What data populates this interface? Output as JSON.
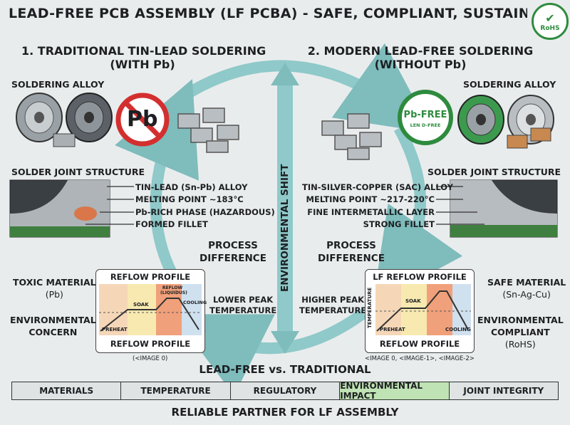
{
  "title": "LEAD-FREE PCB ASSEMBLY (LF PCBA) - SAFE, COMPLIANT, SUSTAINAB",
  "rohs_badge": "RoHS",
  "left": {
    "heading_1": "1. TRADITIONAL TIN-LEAD SOLDERING",
    "heading_2": "(WITH Pb)",
    "alloy_label": "SOLDERING ALLOY",
    "pb_symbol": "Pb",
    "joint_label": "SOLDER JOINT STRUCTURE",
    "joint_notes": [
      "TIN-LEAD (Sn-Pb) ALLOY",
      "MELTING POINT ~183°C",
      "Pb-RICH PHASE (HAZARDOUS)",
      "FORMED FILLET"
    ],
    "process_1": "PROCESS",
    "process_2": "DIFFERENCE",
    "toxic_1": "TOXIC MATERIAL",
    "toxic_2": "(Pb)",
    "env_1": "ENVIRONMENTAL",
    "env_2": "CONCERN",
    "peak_1": "LOWER PEAK",
    "peak_2": "TEMPERATURE",
    "profile_title": "REFLOW PROFILE",
    "zones": [
      "PREHEAT",
      "SOAK",
      "REFLOW (LIQUIDUS)",
      "COOLING"
    ],
    "profile_footer": "REFLOW PROFILE",
    "caption": "(<IMAGE 0)"
  },
  "right": {
    "heading_1": "2. MODERN LEAD-FREE SOLDERING",
    "heading_2": "(WITHOUT Pb)",
    "alloy_label": "SOLDERING ALLOY",
    "pb_free_1": "Pb-FREE",
    "pb_free_2": "LEN D-FREE",
    "joint_label": "SOLDER JOINT STRUCTURE",
    "joint_notes": [
      "TIN-SILVER-COPPER (SAC) ALLOY",
      "MELTING POINT ~217-220°C",
      "FINE INTERMETALLIC LAYER",
      "STRONG FILLET"
    ],
    "process_1": "PROCESS",
    "process_2": "DIFFERENCE",
    "safe_1": "SAFE MATERIAL",
    "safe_2": "(Sn-Ag-Cu)",
    "env_1": "ENVIRONMENTAL",
    "env_2": "COMPLIANT",
    "env_3": "(RoHS)",
    "peak_1": "HIGHER PEAK",
    "peak_2": "TEMPERATURE",
    "profile_title": "LF REFLOW PROFILE",
    "y_axis": "TEMPERATURE",
    "zones": [
      "PREHEAT",
      "SOAK",
      "COOLING"
    ],
    "profile_footer": "REFLOW PROFILE",
    "caption": "<IMAGE 0, <IMAGE-1>, <IMAGE-2>"
  },
  "center": {
    "shift": "ENVIRONMENTAL SHIFT"
  },
  "comparison": {
    "title": "LEAD-FREE vs. TRADITIONAL",
    "items": [
      "MATERIALS",
      "TEMPERATURE",
      "REGULATORY",
      "ENVIRONMENTAL IMPACT",
      "JOINT INTEGRITY"
    ],
    "highlight_color": "#bfe3b4"
  },
  "footer": "RELIABLE PARTNER FOR LF ASSEMBLY",
  "colors": {
    "cycle_arrow": "#8fc9c9",
    "pb_ban": "#d32f2f",
    "pb_free": "#2e8b3e"
  }
}
